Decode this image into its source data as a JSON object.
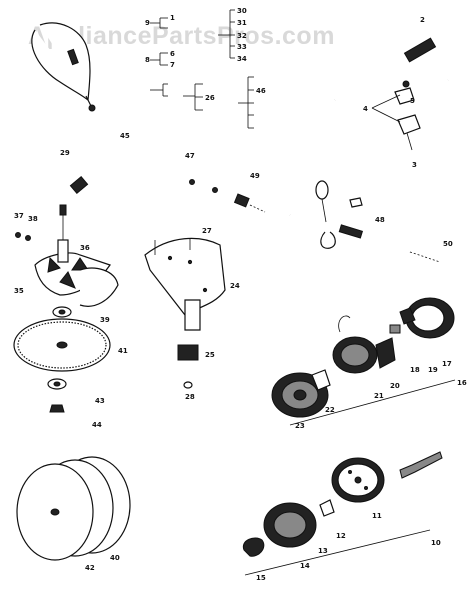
{
  "watermark": "AppliancePartsPros.com",
  "labels": {
    "l1": "1",
    "l2": "2",
    "l3": "3",
    "l4": "4",
    "l5": "5",
    "l6": "6",
    "l7": "7",
    "l8": "8",
    "l9": "9",
    "l10": "10",
    "l11": "11",
    "l12": "12",
    "l13": "13",
    "l14": "14",
    "l15": "15",
    "l16": "16",
    "l17": "17",
    "l18": "18",
    "l19": "19",
    "l20": "20",
    "l21": "21",
    "l22": "22",
    "l23": "23",
    "l24": "24",
    "l25": "25",
    "l26": "26",
    "l27": "27",
    "l28": "28",
    "l29": "29",
    "l30": "30",
    "l31": "31",
    "l32": "32",
    "l33": "33",
    "l34": "34",
    "l35": "35",
    "l36": "36",
    "l37": "37",
    "l38": "38",
    "l39": "39",
    "l40": "40",
    "l41": "41",
    "l42": "42",
    "l43": "43",
    "l44": "44",
    "l45": "45",
    "l46": "46",
    "l47": "47",
    "l48": "48",
    "l49": "49",
    "l50": "50"
  }
}
